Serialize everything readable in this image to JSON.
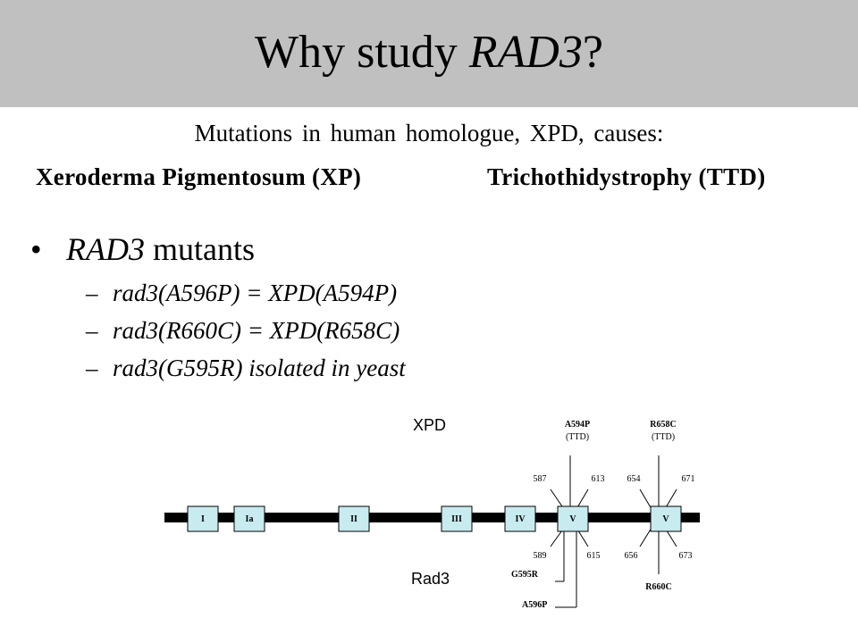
{
  "title": {
    "main": "Why study ",
    "italic": "RAD3",
    "end": "?"
  },
  "subtitle": "Mutations in human homologue, XPD, causes:",
  "diseases": [
    "Xeroderma Pigmentosum (XP)",
    "Trichothidystrophy (TTD)"
  ],
  "bullet": {
    "symbol": "•",
    "italic": "RAD3",
    "text": " mutants"
  },
  "sub_items": [
    {
      "dash": "–",
      "text": "rad3(A596P) = XPD(A594P)"
    },
    {
      "dash": "–",
      "text": "rad3(R660C) = XPD(R658C)"
    },
    {
      "dash": "–",
      "text": "rad3(G595R) isolated in yeast"
    }
  ],
  "diagram": {
    "top_label": "XPD",
    "bottom_label": "Rad3",
    "domains": [
      "I",
      "Ia",
      "II",
      "III",
      "IV",
      "V",
      "V"
    ],
    "top_mutations": [
      {
        "name": "A594P",
        "note": "(TTD)"
      },
      {
        "name": "R658C",
        "note": "(TTD)"
      }
    ],
    "bottom_mutations": [
      "G595R",
      "A596P",
      "R660C"
    ],
    "top_numbers": [
      "587",
      "613",
      "654",
      "671"
    ],
    "bottom_numbers": [
      "589",
      "615",
      "656",
      "673"
    ]
  },
  "colors": {
    "title_bar": "#c0c0c0",
    "domain_box": "#c7ebef"
  }
}
